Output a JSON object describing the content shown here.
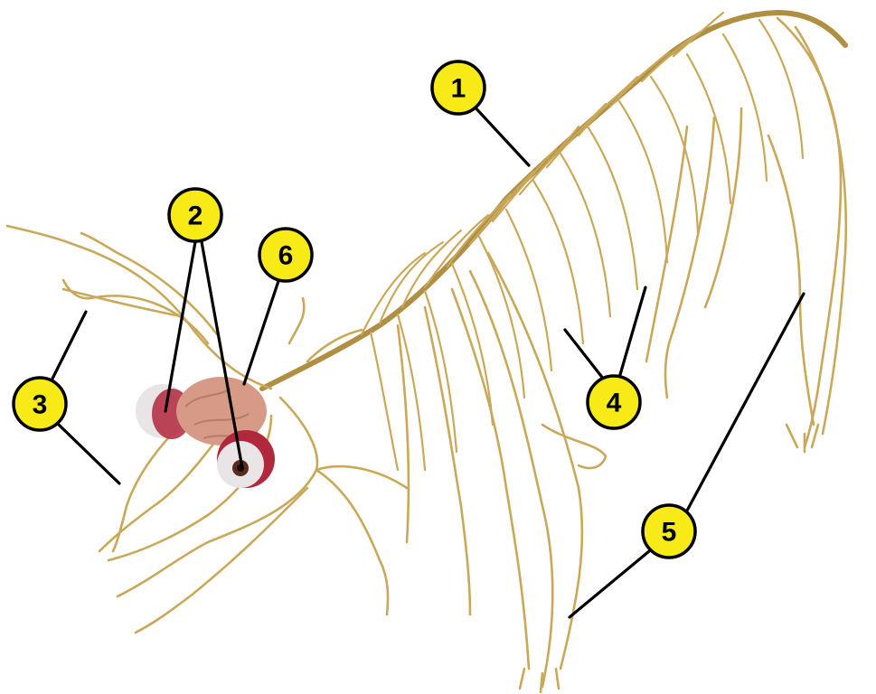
{
  "diagram": {
    "callouts": [
      {
        "id": "1",
        "label": "1"
      },
      {
        "id": "2",
        "label": "2"
      },
      {
        "id": "3",
        "label": "3"
      },
      {
        "id": "4",
        "label": "4"
      },
      {
        "id": "5",
        "label": "5"
      },
      {
        "id": "6",
        "label": "6"
      }
    ],
    "colors": {
      "nerve": "#c9a85a",
      "nerve_dark": "#b08e42",
      "callout_fill": "#f7ea16",
      "callout_stroke": "#000000",
      "eye_sclera": "#e9e4e6",
      "eye_red": "#b0283c",
      "brain": "#d69a86"
    }
  }
}
